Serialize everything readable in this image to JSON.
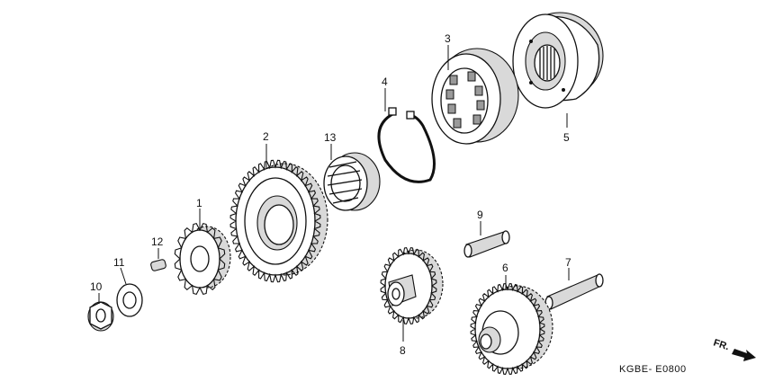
{
  "diagram": {
    "code": "KGBE- E0800",
    "direction_label": "FR.",
    "callouts": [
      "1",
      "2",
      "3",
      "4",
      "5",
      "6",
      "7",
      "8",
      "9",
      "10",
      "11",
      "12",
      "13"
    ]
  }
}
